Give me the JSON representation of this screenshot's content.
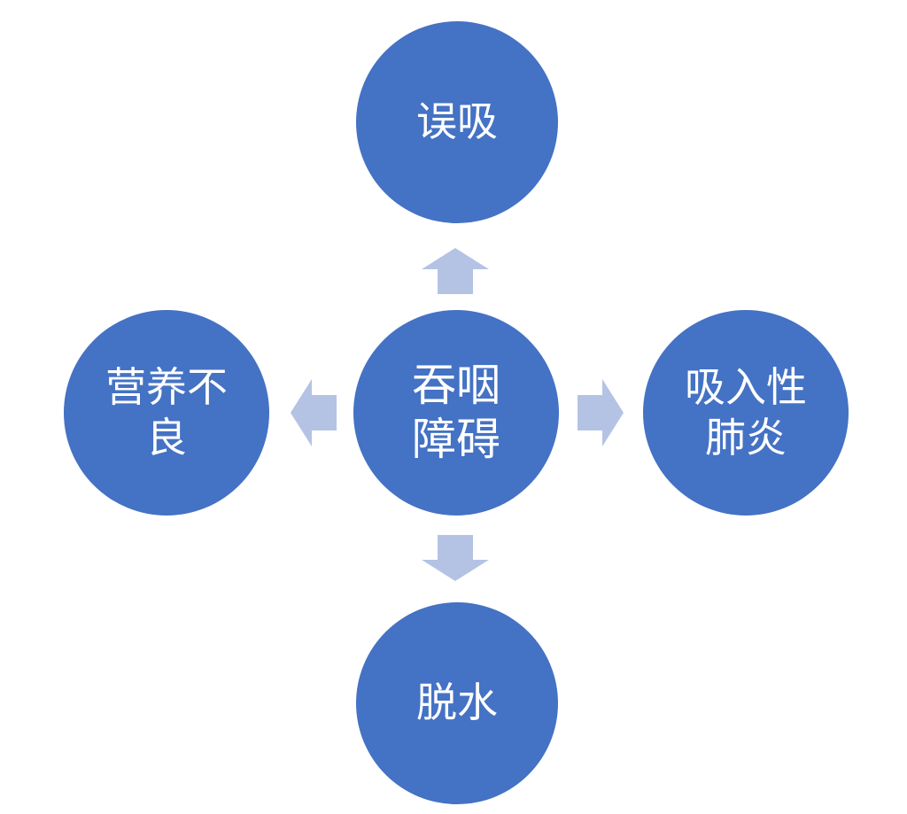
{
  "diagram": {
    "center": {
      "label": "吞咽\n障碍"
    },
    "top": {
      "label": "误吸"
    },
    "right": {
      "label": "吸入性\n肺炎"
    },
    "bottom": {
      "label": "脱水"
    },
    "left": {
      "label": "营养不\n良"
    },
    "colors": {
      "node_fill": "#4472c4",
      "node_text": "#ffffff",
      "arrow_fill": "#b4c3e4",
      "background": "#ffffff"
    }
  }
}
